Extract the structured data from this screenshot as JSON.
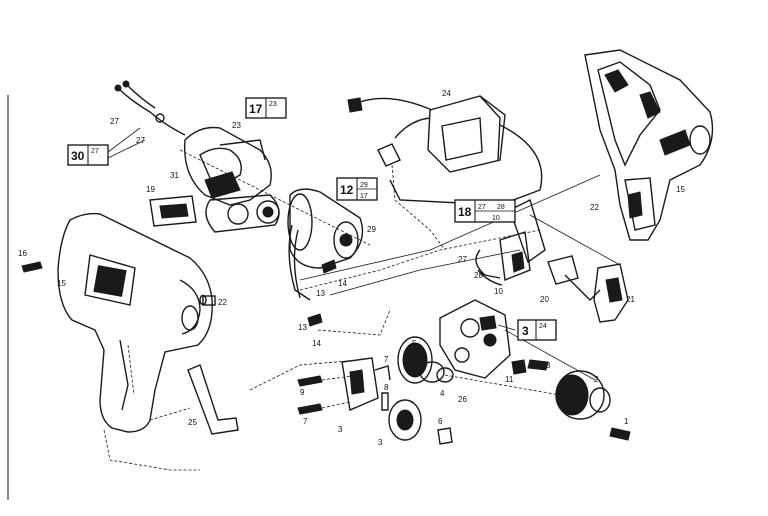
{
  "callouts": [
    {
      "num": "17",
      "top": "23",
      "bottom": ""
    },
    {
      "num": "30",
      "top": "27",
      "bottom": ""
    },
    {
      "num": "12",
      "top": "29",
      "bottom": "17"
    },
    {
      "num": "18",
      "top": "27",
      "bottom": "10",
      "top2": "28"
    },
    {
      "num": "3",
      "top": "24",
      "bottom": ""
    }
  ],
  "labels": {
    "l24": "24",
    "l27a": "27",
    "l27b": "27",
    "l23": "23",
    "l31": "31",
    "l19": "19",
    "l29": "29",
    "l14a": "14",
    "l13a": "13",
    "l13b": "13",
    "l14b": "14",
    "l16": "16",
    "l15a": "15",
    "l22a": "22",
    "l25": "25",
    "l8": "8",
    "l7a": "7",
    "l7b": "7",
    "l5a": "5",
    "l4": "4",
    "l26": "26",
    "l11": "11",
    "l3a": "3",
    "l6": "6",
    "l3b": "3",
    "l2": "2",
    "l1": "1",
    "l3c": "3",
    "l27c": "27",
    "l28": "28",
    "l10": "10",
    "l20": "20",
    "l21": "21",
    "l22b": "22",
    "l15b": "15",
    "l9": "9"
  }
}
